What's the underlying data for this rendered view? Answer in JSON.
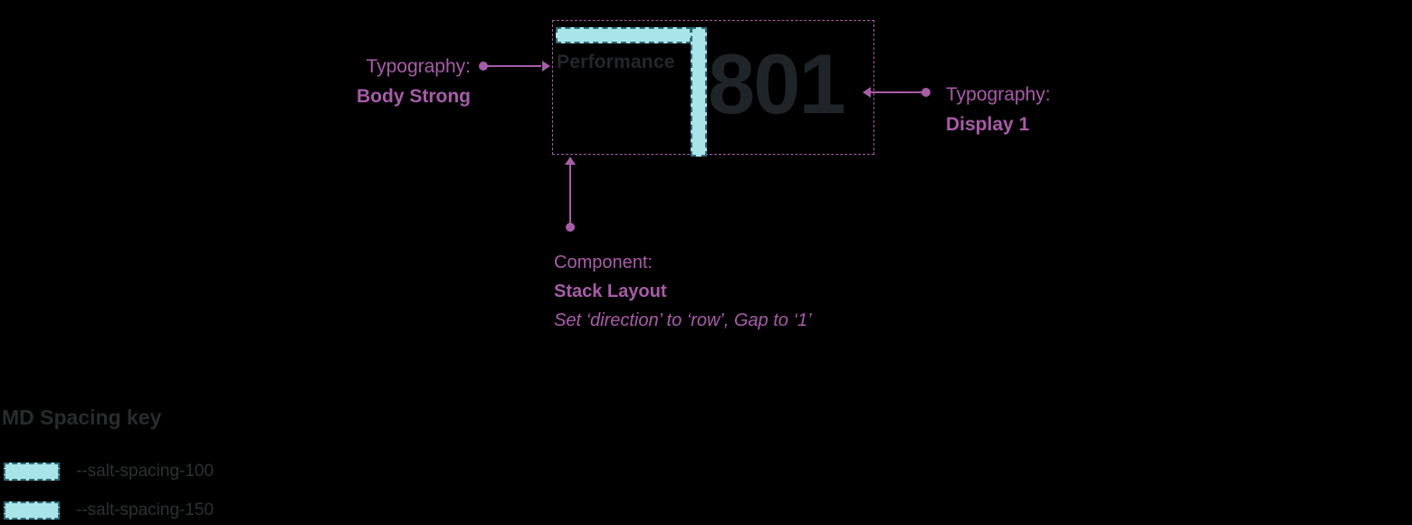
{
  "diagram": {
    "component": {
      "title": "Performance",
      "value": "801"
    },
    "annotations": {
      "typography_left": {
        "prefix": "Typography:",
        "value": "Body Strong"
      },
      "typography_right": {
        "prefix": "Typography:",
        "value": "Display 1"
      },
      "component_note": {
        "prefix": "Component:",
        "value": "Stack Layout",
        "detail": "Set ‘direction’ to ‘row’, Gap to ‘1’"
      }
    },
    "spacing_key": {
      "title": "MD Spacing key",
      "items": [
        {
          "token": "--salt-spacing-100"
        },
        {
          "token": "--salt-spacing-150"
        }
      ]
    },
    "colors": {
      "annotation_purple": "#A85CA8",
      "spacing_teal": "#A9E4E8",
      "spacing_teal_border": "#2F6A75",
      "text_dark": "#212529",
      "background": "#000000"
    }
  }
}
